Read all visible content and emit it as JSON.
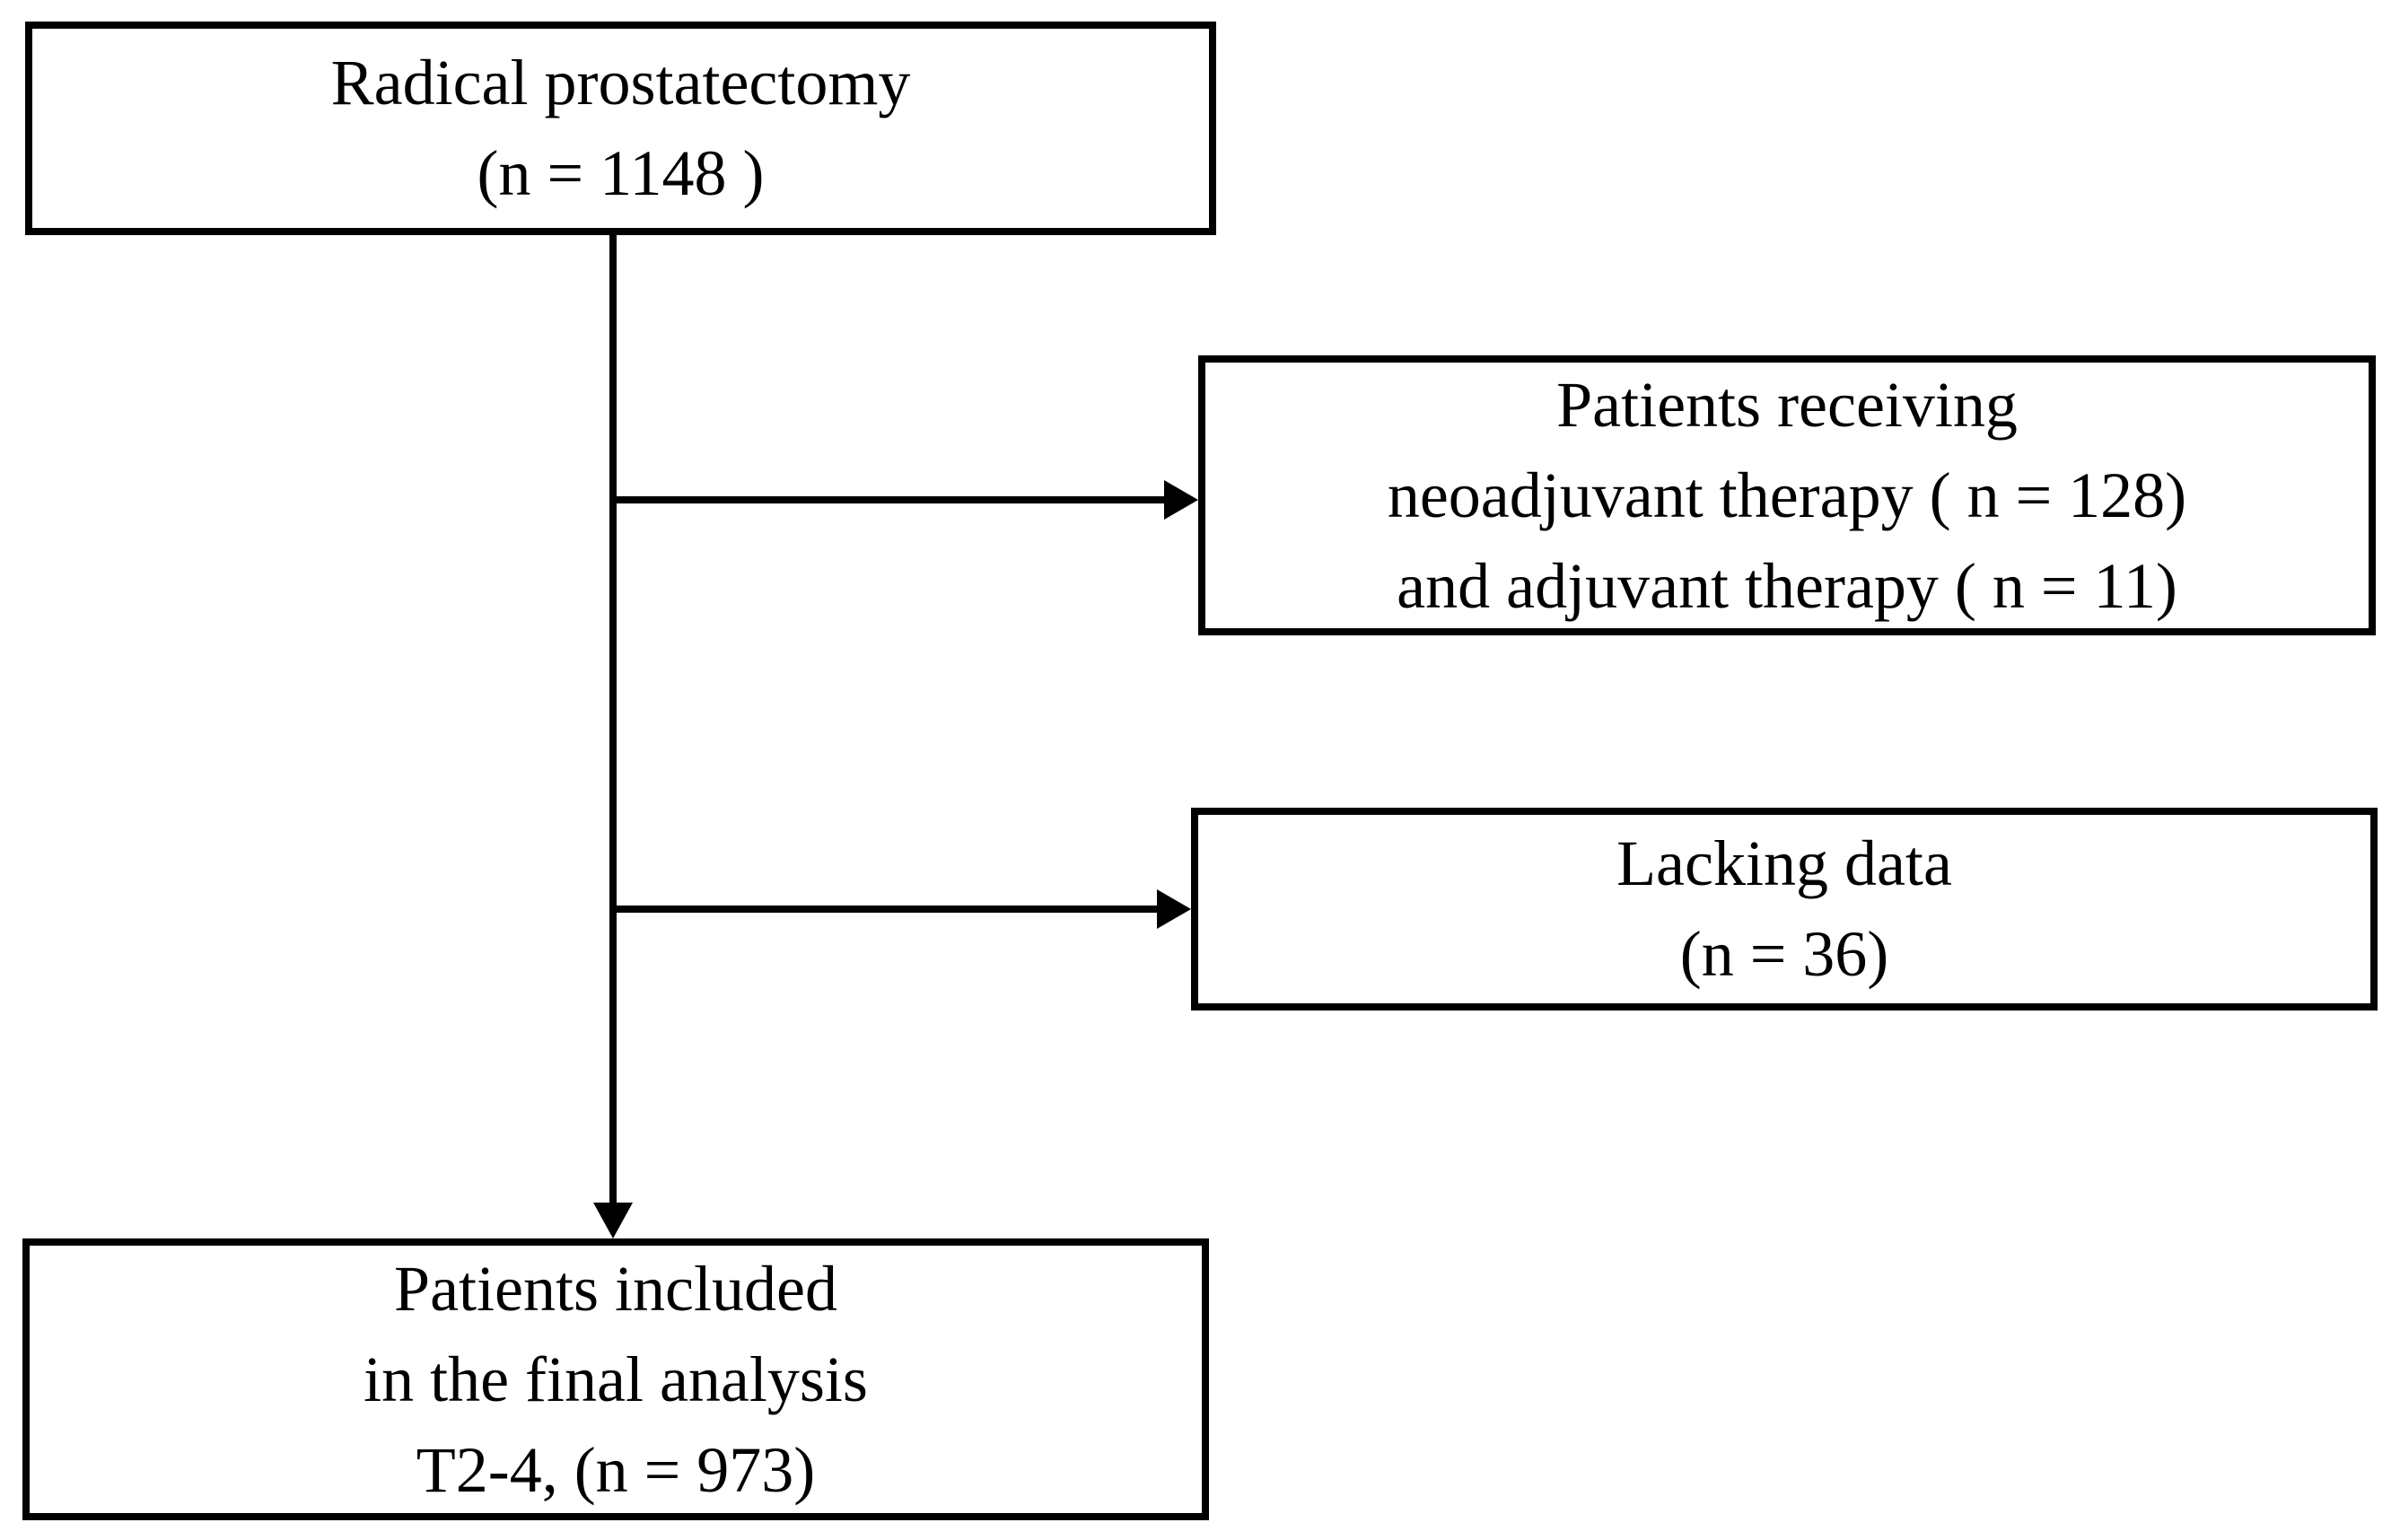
{
  "flowchart": {
    "top_box": {
      "line1": "Radical prostatectomy",
      "line2": "(n = 1148 )"
    },
    "exclusion_box_1": {
      "line1": "Patients receiving",
      "line2": "neoadjuvant therapy ( n = 128)",
      "line3": "and adjuvant therapy ( n = 11)"
    },
    "exclusion_box_2": {
      "line1": "Lacking data",
      "line2": "(n = 36)"
    },
    "final_box": {
      "line1": "Patients included",
      "line2": "in the final analysis",
      "line3": "T2-4, (n = 973)"
    },
    "colors": {
      "ink": "#000000",
      "background": "#ffffff"
    }
  }
}
